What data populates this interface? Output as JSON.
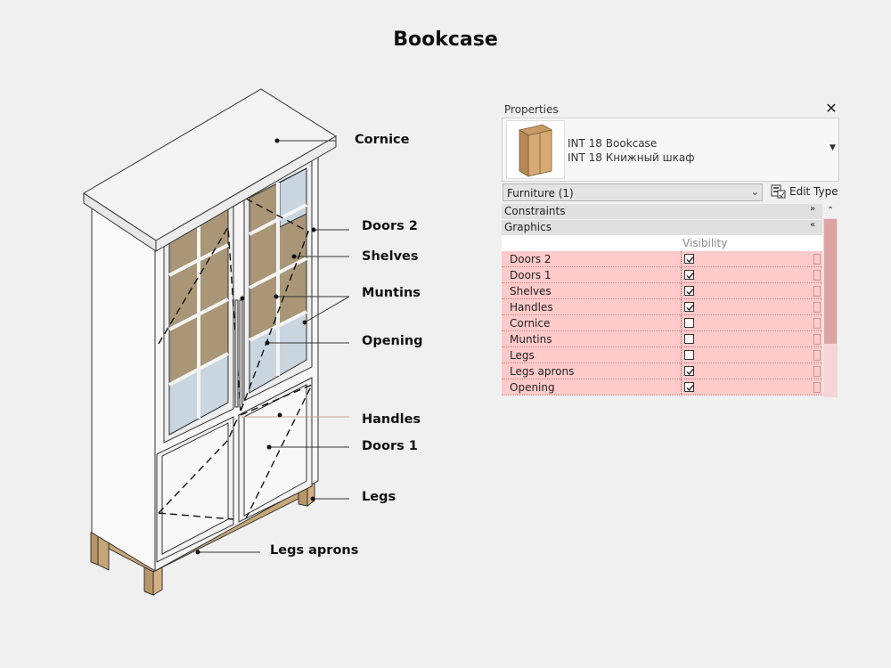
{
  "title": "Bookcase",
  "callouts": {
    "cornice": "Cornice",
    "doors2": "Doors 2",
    "shelves": "Shelves",
    "muntins": "Muntins",
    "opening": "Opening",
    "handles": "Handles",
    "doors1": "Doors 1",
    "legs": "Legs",
    "legs_aprons": "Legs aprons"
  },
  "properties": {
    "title": "Properties",
    "close_icon": "close-icon",
    "type_line1": "INT 18 Bookcase",
    "type_line2": "INT 18 Книжный шкаф",
    "filter": "Furniture (1)",
    "edit_type": "Edit Type",
    "groups": {
      "constraints": "Constraints",
      "graphics": "Graphics"
    },
    "visibility_header": "Visibility",
    "rows": [
      {
        "label": "Doors 2",
        "checked": true
      },
      {
        "label": "Doors 1",
        "checked": true
      },
      {
        "label": "Shelves",
        "checked": true
      },
      {
        "label": "Handles",
        "checked": true
      },
      {
        "label": "Cornice",
        "checked": false
      },
      {
        "label": "Muntins",
        "checked": false
      },
      {
        "label": "Legs",
        "checked": false
      },
      {
        "label": "Legs aprons",
        "checked": true
      },
      {
        "label": "Opening",
        "checked": true
      }
    ]
  },
  "colors": {
    "highlight_row": "#ffcaca",
    "wood": "#c2a478",
    "glass": "#c9d6e0",
    "shelf": "#a38c6c"
  }
}
